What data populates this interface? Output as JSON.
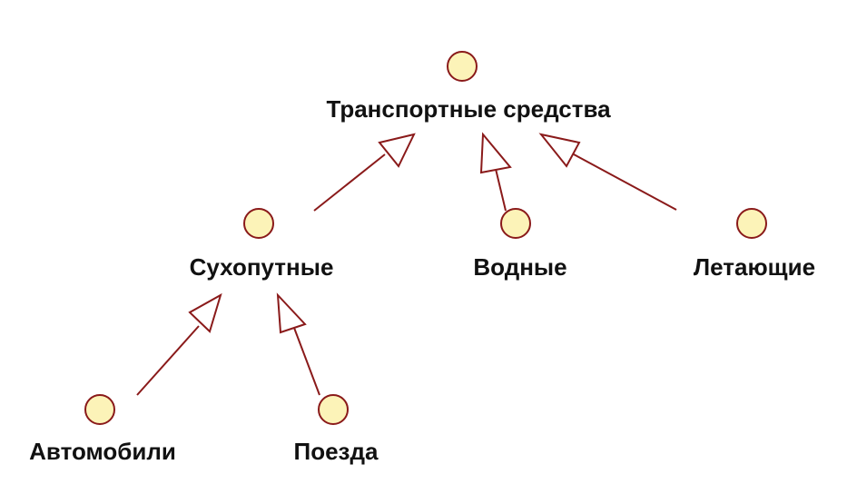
{
  "diagram": {
    "colors": {
      "node_fill": "#fcf3b8",
      "stroke": "#8a1a1a",
      "text": "#111111"
    },
    "nodes": {
      "transport": {
        "label": "Транспортные средства"
      },
      "land": {
        "label": "Сухопутные"
      },
      "water": {
        "label": "Водные"
      },
      "air": {
        "label": "Летающие"
      },
      "cars": {
        "label": "Автомобили"
      },
      "trains": {
        "label": "Поезда"
      }
    },
    "edges": [
      {
        "from": "land",
        "to": "transport",
        "type": "generalization"
      },
      {
        "from": "water",
        "to": "transport",
        "type": "generalization"
      },
      {
        "from": "air",
        "to": "transport",
        "type": "generalization"
      },
      {
        "from": "cars",
        "to": "land",
        "type": "generalization"
      },
      {
        "from": "trains",
        "to": "land",
        "type": "generalization"
      }
    ]
  }
}
